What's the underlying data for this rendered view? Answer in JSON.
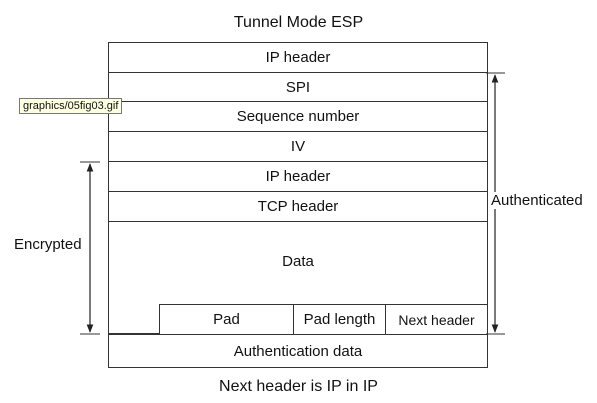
{
  "title": "Tunnel Mode ESP",
  "caption": "Next header is IP in IP",
  "tooltip": "graphics/05fig03.gif",
  "fields": {
    "ip_header_outer": "IP header",
    "spi": "SPI",
    "sequence_number": "Sequence number",
    "iv": "IV",
    "ip_header_inner": "IP header",
    "tcp_header": "TCP header",
    "data": "Data",
    "pad": "Pad",
    "pad_length": "Pad length",
    "next_header": "Next header",
    "authentication_data": "Authentication data"
  },
  "ranges": {
    "encrypted": "Encrypted",
    "authenticated": "Authenticated"
  }
}
